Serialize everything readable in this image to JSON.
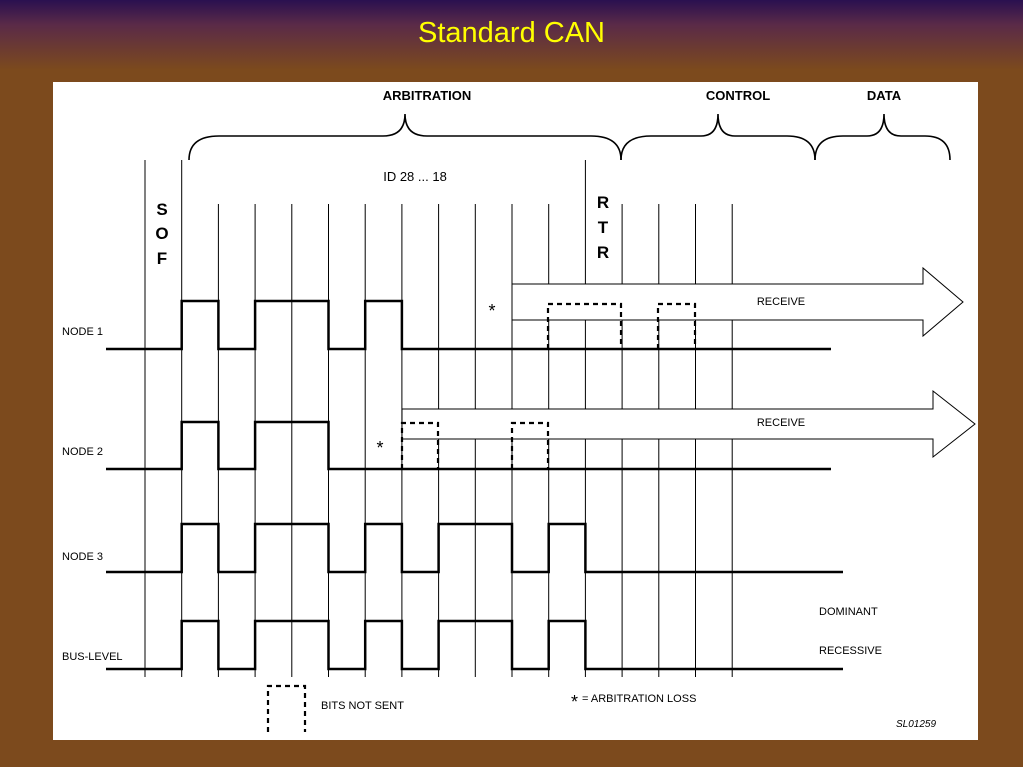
{
  "title": "Standard CAN",
  "diagram": {
    "sections": {
      "arbitration": "ARBITRATION",
      "control": "CONTROL",
      "data": "DATA"
    },
    "id_label": "ID 28 ... 18",
    "sof_letters": [
      "S",
      "O",
      "F"
    ],
    "rtr_letters": [
      "R",
      "T",
      "R"
    ],
    "nodes": [
      "NODE 1",
      "NODE 2",
      "NODE 3",
      "BUS-LEVEL"
    ],
    "receive_label": "RECEIVE",
    "arbitration_marker": "*",
    "levels": {
      "dominant": "DOMINANT",
      "recessive": "RECESSIVE"
    },
    "legend": {
      "bits_not_sent": "BITS NOT SENT",
      "star": "*",
      "arbitration_loss": "= ARBITRATION LOSS"
    },
    "ref": "SL01259",
    "bit_patterns": {
      "node1": [
        0,
        1,
        0,
        1,
        1,
        0,
        1,
        0,
        0,
        0,
        0
      ],
      "node2": [
        0,
        1,
        0,
        1,
        1,
        0,
        0,
        0
      ],
      "node3": [
        0,
        1,
        0,
        1,
        1,
        0,
        1,
        0,
        1,
        1,
        0,
        1,
        0
      ],
      "bus": [
        0,
        1,
        0,
        1,
        1,
        0,
        1,
        0,
        1,
        1,
        0,
        1,
        0
      ]
    }
  }
}
